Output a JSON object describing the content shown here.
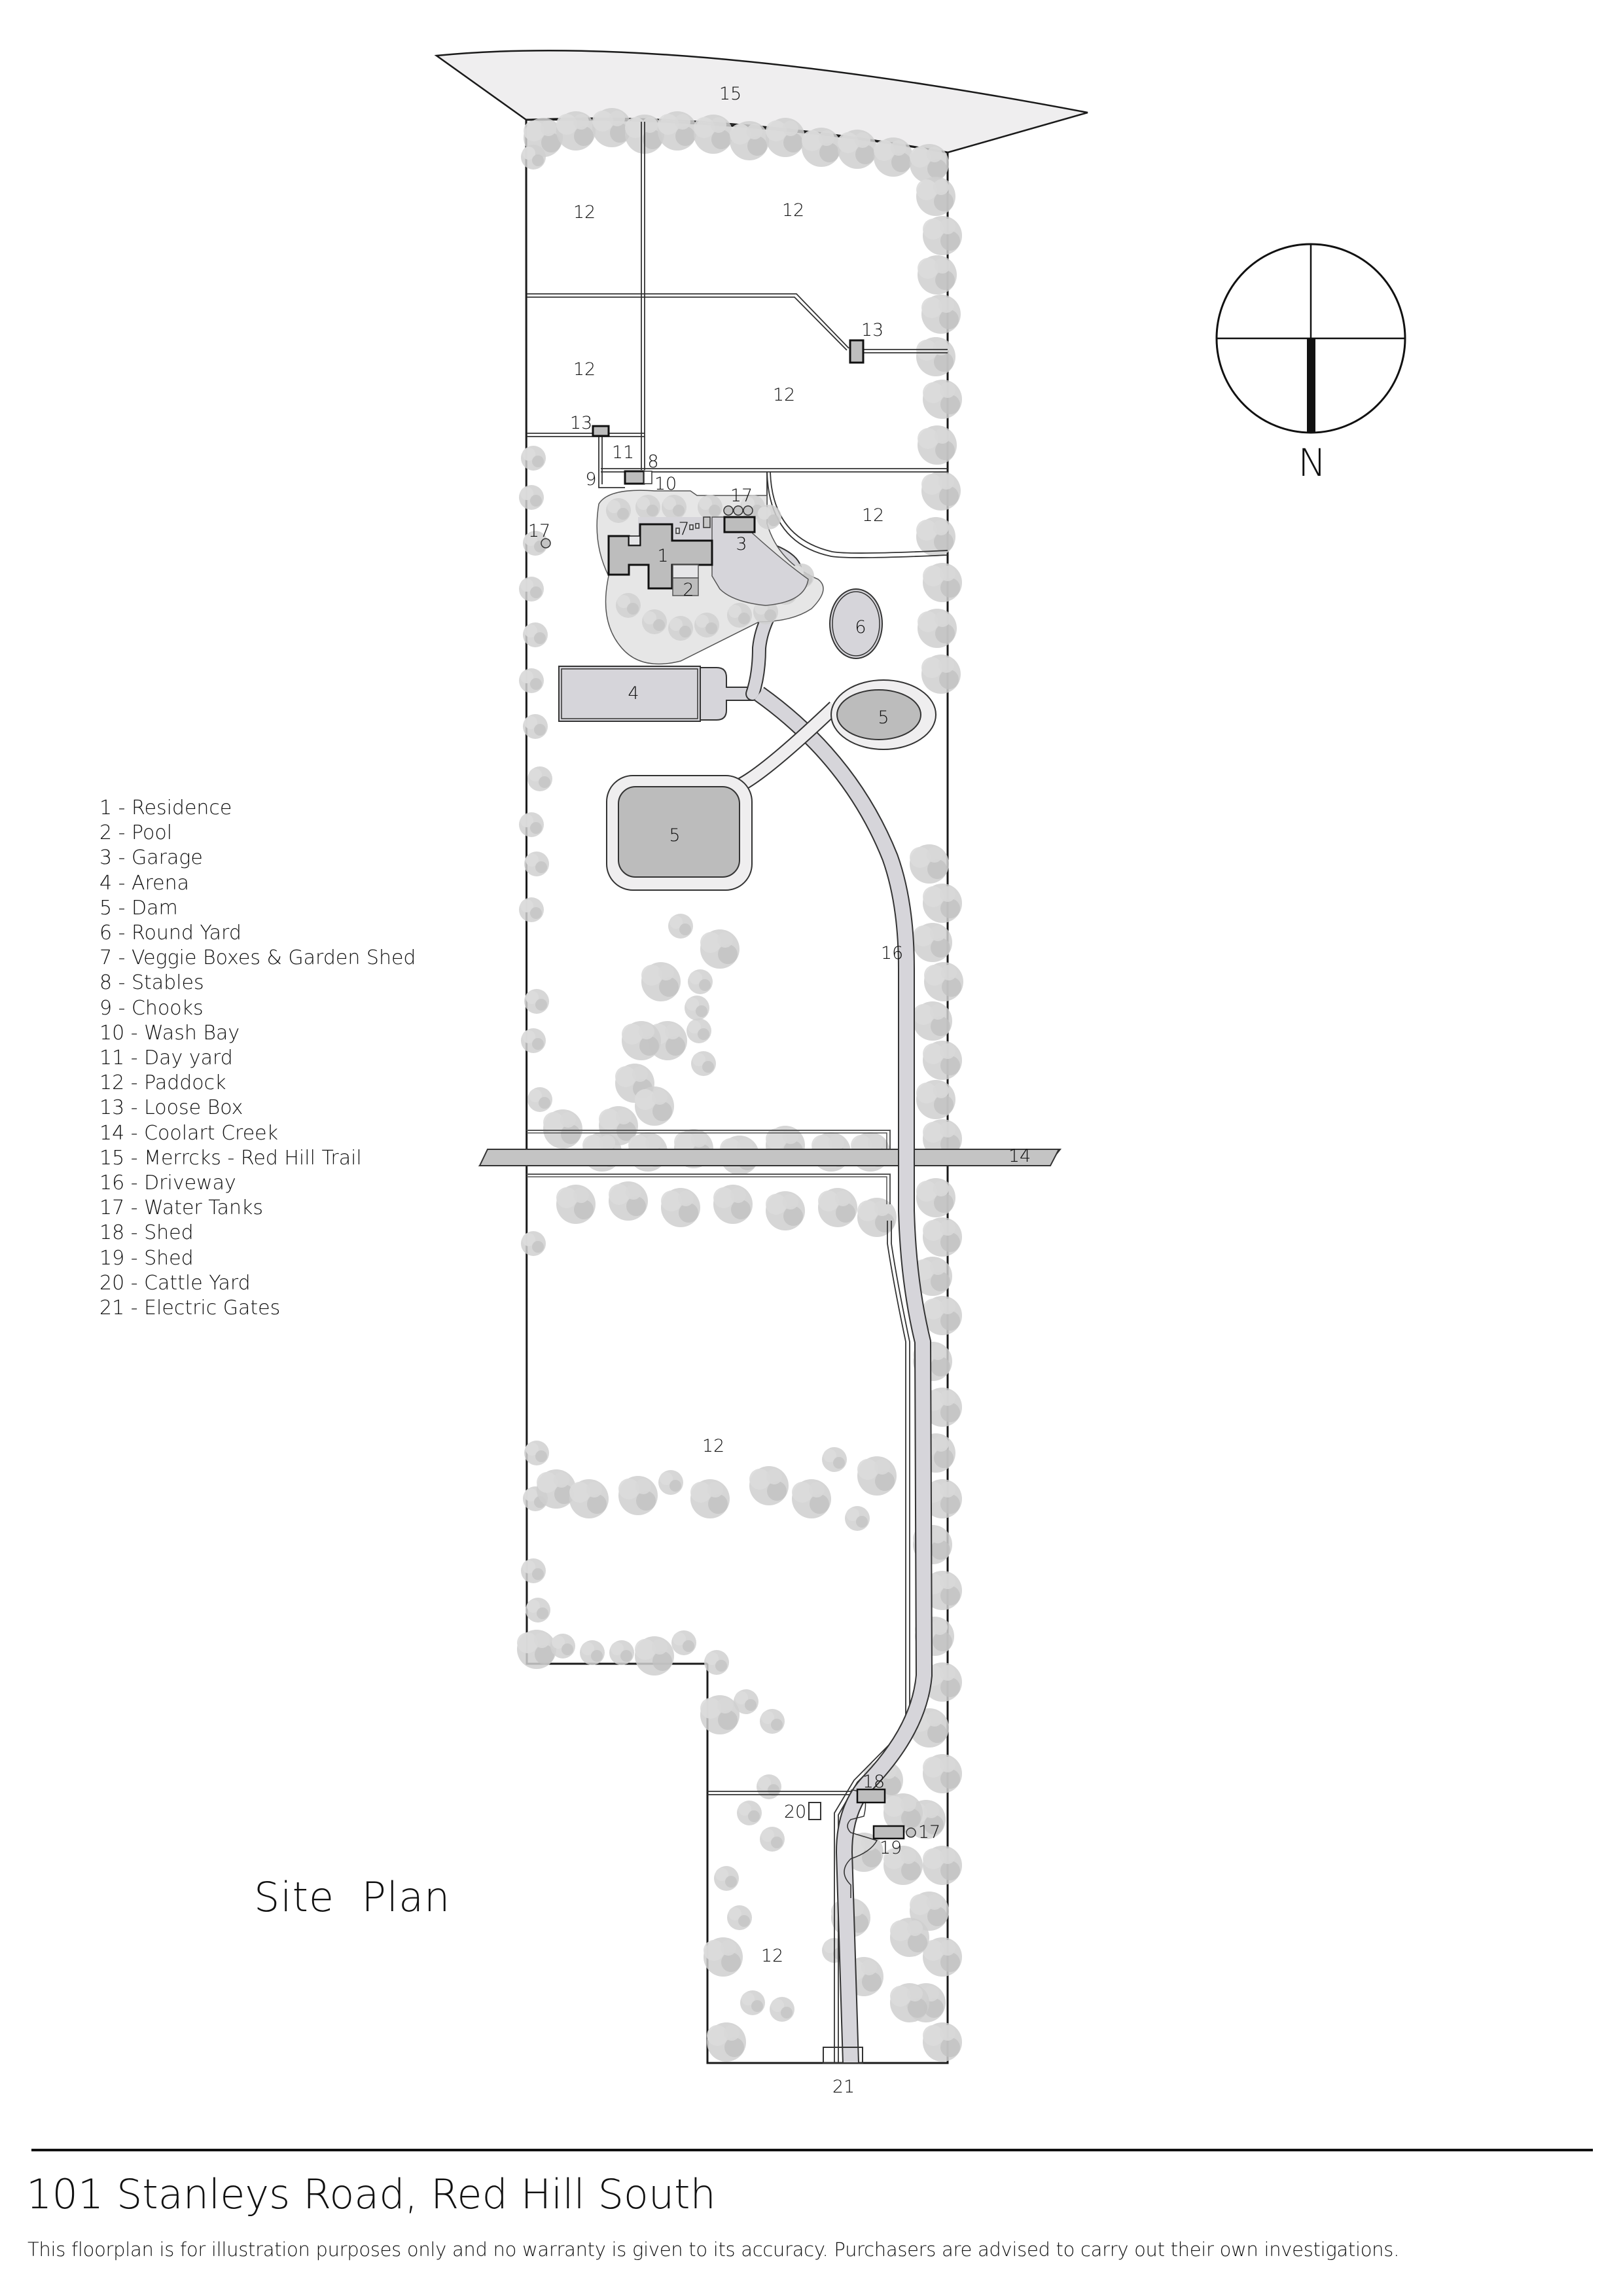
{
  "plan": {
    "heading": "Site  Plan",
    "compass_label": "N",
    "colors": {
      "outline": "#1a1a1a",
      "building_fill": "#bdbdbd",
      "hardstand_fill": "#d6d5da",
      "trail_fill": "#efeeef",
      "dam_fill": "#bcbcbc",
      "dam_rim_fill": "#efeeef",
      "creek_fill": "#c4c4c4",
      "tree_fill": "#c9c9c9"
    }
  },
  "map_labels": {
    "trail": "15",
    "paddock_nw": "12",
    "paddock_ne": "12",
    "paddock_w": "12",
    "paddock_e": "12",
    "loose_box_e": "13",
    "loose_box_w": "13",
    "day_yard": "11",
    "stables": "8",
    "chooks": "9",
    "wash_bay": "10",
    "tanks_house": "17",
    "tank_west": "17",
    "paddock_house": "12",
    "residence": "1",
    "veggie": "7",
    "pool": "2",
    "garage": "3",
    "round_yard": "6",
    "arena": "4",
    "dam_east": "5",
    "dam_west": "5",
    "driveway": "16",
    "creek": "14",
    "paddock_south": "12",
    "shed_18": "18",
    "cattle_yard": "20",
    "shed_19": "19",
    "tank_south": "17",
    "paddock_sw": "12",
    "gates": "21"
  },
  "legend": [
    {
      "num": "1",
      "label": "Residence"
    },
    {
      "num": "2",
      "label": "Pool"
    },
    {
      "num": "3",
      "label": "Garage"
    },
    {
      "num": "4",
      "label": "Arena"
    },
    {
      "num": "5",
      "label": "Dam"
    },
    {
      "num": "6",
      "label": "Round Yard"
    },
    {
      "num": "7",
      "label": "Veggie Boxes & Garden Shed"
    },
    {
      "num": "8",
      "label": "Stables"
    },
    {
      "num": "9",
      "label": "Chooks"
    },
    {
      "num": "10",
      "label": "Wash Bay"
    },
    {
      "num": "11",
      "label": "Day yard"
    },
    {
      "num": "12",
      "label": "Paddock"
    },
    {
      "num": "13",
      "label": "Loose Box"
    },
    {
      "num": "14",
      "label": "Coolart Creek"
    },
    {
      "num": "15",
      "label": "Merrcks - Red Hill Trail"
    },
    {
      "num": "16",
      "label": "Driveway"
    },
    {
      "num": "17",
      "label": "Water Tanks"
    },
    {
      "num": "18",
      "label": "Shed"
    },
    {
      "num": "19",
      "label": "Shed"
    },
    {
      "num": "20",
      "label": "Cattle Yard"
    },
    {
      "num": "21",
      "label": "Electric Gates"
    }
  ],
  "legend_text": [
    "1 - Residence",
    "2 - Pool",
    "3 - Garage",
    "4 - Arena",
    "5 - Dam",
    "6 - Round Yard",
    "7 - Veggie Boxes & Garden Shed",
    "8 - Stables",
    "9 - Chooks",
    "10 - Wash Bay",
    "11 - Day yard",
    "12 - Paddock",
    "13 - Loose Box",
    "14 - Coolart Creek",
    "15 - Merrcks - Red Hill Trail",
    "16 - Driveway",
    "17 - Water Tanks",
    "18 - Shed",
    "19 - Shed",
    "20 - Cattle Yard",
    "21 - Electric Gates"
  ],
  "footer": {
    "address": "101 Stanleys Road, Red Hill South",
    "disclaimer": "This floorplan is for illustration purposes only and no warranty is given to its accuracy. Purchasers are advised to carry out their own investigations."
  }
}
